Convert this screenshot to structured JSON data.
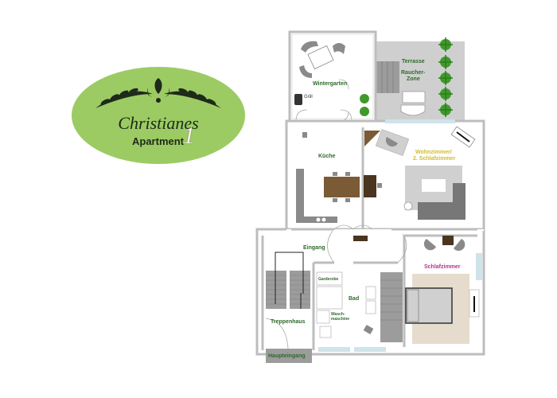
{
  "logo": {
    "title": "Christianes",
    "subtitle": "Apartment",
    "number": "1",
    "background_color": "#9ccb63",
    "ornament": "laurel-ornament-icon"
  },
  "rooms": [
    {
      "id": "wintergarten",
      "label": "Wintergarten",
      "color": "#2f6a2a"
    },
    {
      "id": "grill",
      "label": "Grill",
      "color": "#333333"
    },
    {
      "id": "terrasse",
      "label": "Terrasse",
      "color": "#2f6a2a"
    },
    {
      "id": "raucher",
      "label": "Raucher-\nZone",
      "line1": "Raucher-",
      "line2": "Zone",
      "color": "#2f6a2a"
    },
    {
      "id": "kueche",
      "label": "Küche",
      "color": "#2f6a2a"
    },
    {
      "id": "wohnzimmer",
      "line1": "Wohnzimmer/",
      "line2": "2. Schlafzimmer",
      "color": "#d3bb2d"
    },
    {
      "id": "eingang",
      "label": "Eingang",
      "color": "#2f6a2a"
    },
    {
      "id": "garderobe",
      "label": "Garderobe",
      "color": "#2f6a2a"
    },
    {
      "id": "bad",
      "label": "Bad",
      "color": "#2f6a2a"
    },
    {
      "id": "waschmaschine",
      "line1": "Wasch-",
      "line2": "maschine",
      "color": "#2f6a2a"
    },
    {
      "id": "treppenhaus",
      "label": "Treppenhaus",
      "color": "#2f6a2a"
    },
    {
      "id": "haupteingang",
      "label": "Haupteingang",
      "color": "#2f6a2a"
    },
    {
      "id": "schlafzimmer",
      "label": "Schlafzimmer",
      "color": "#b8338f"
    }
  ],
  "colors": {
    "wall": "#c9c9c9",
    "furniture_gray": "#8a8a8a",
    "wood": "#7b5a36",
    "dark_wood": "#4a3520",
    "terrace": "#cfcfcf",
    "window": "#cfe3ea",
    "rug_beige": "#e6dccd",
    "plant": "#3f9a2a"
  }
}
